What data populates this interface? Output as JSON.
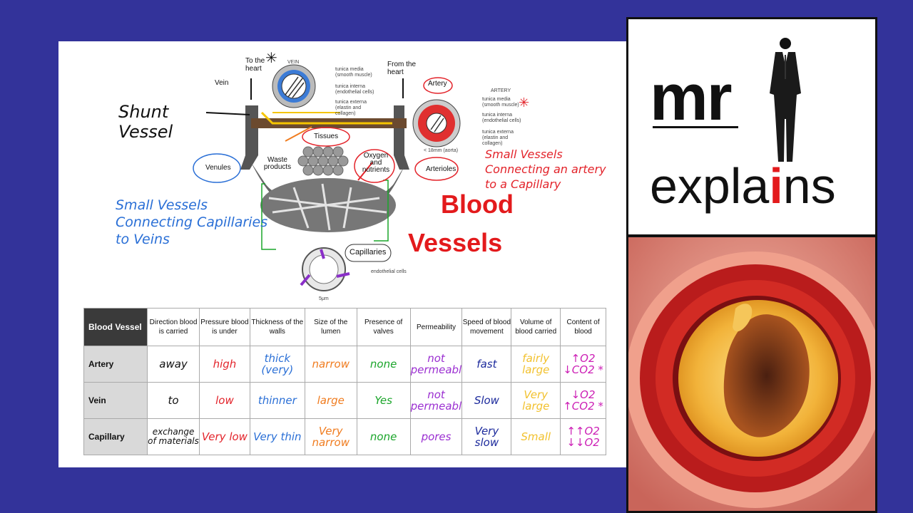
{
  "diagram": {
    "to_heart": "To the heart",
    "from_heart": "From the heart",
    "vein": "Vein",
    "vein_title": "VEIN",
    "artery_title": "ARTERY",
    "artery_label": "Artery",
    "tunica_media": "tunica media (smooth muscle)",
    "tunica_interna": "tunica interna (endothelial cells)",
    "tunica_externa": "tunica externa (elastin and collagen)",
    "aorta_size": "< 18mm (aorta)",
    "tissues": "Tissues",
    "waste": "Waste products",
    "oxygen": "Oxygen and nutrients",
    "venules": "Venules",
    "arterioles": "Arterioles",
    "capillaries": "Capillaries",
    "endothelial": "endothelial cells",
    "capillary_size": "5μm"
  },
  "annotations": {
    "shunt": "Shunt Vessel",
    "small_vessels_veins": "Small Vessels Connecting Capillaries to Veins",
    "small_vessels_arteries": "Small Vessels Connecting an artery to a Capillary"
  },
  "title": {
    "line1": "Blood",
    "line2": "Vessels"
  },
  "table": {
    "headers": [
      "Blood Vessel",
      "Direction blood is carried",
      "Pressure blood is under",
      "Thickness of the walls",
      "Size of the lumen",
      "Presence of valves",
      "Permeability",
      "Speed of blood movement",
      "Volume of blood carried",
      "Content of blood"
    ],
    "rows": [
      {
        "name": "Artery",
        "cells": [
          "away",
          "high",
          "thick (very)",
          "narrow",
          "none",
          "not permeable",
          "fast",
          "fairly large",
          "↑O2 ↓CO2 *"
        ]
      },
      {
        "name": "Vein",
        "cells": [
          "to",
          "low",
          "thinner",
          "large",
          "Yes",
          "not permeable",
          "Slow",
          "Very large",
          "↓O2 ↑CO2 *"
        ]
      },
      {
        "name": "Capillary",
        "cells": [
          "exchange of materials",
          "Very low",
          "Very thin",
          "Very narrow",
          "none",
          "pores",
          "Very slow",
          "Small",
          "↑↑O2 ↓↓O2"
        ]
      }
    ]
  },
  "logo": {
    "mr": "mr",
    "explains": "expla",
    "explains_i": "i",
    "explains_end": "ns"
  },
  "colors": {
    "background": "#33339a",
    "accent_red": "#e31a1c"
  }
}
